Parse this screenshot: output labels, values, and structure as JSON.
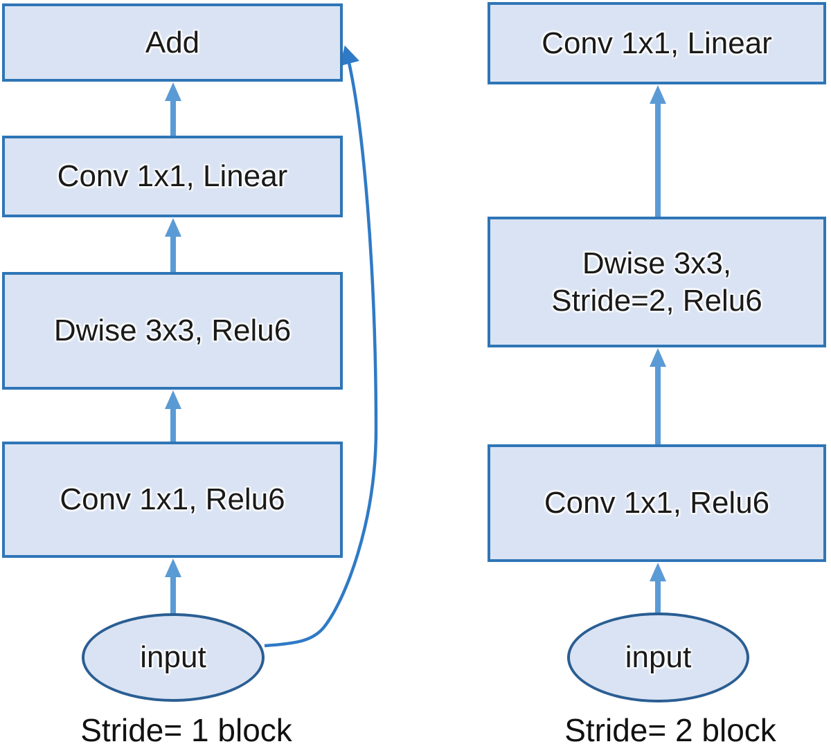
{
  "diagram": {
    "title_hint": "Inverted residual blocks",
    "left_block": {
      "caption": "Stride= 1 block",
      "nodes": {
        "add": "Add",
        "conv_linear": "Conv 1x1, Linear",
        "dwise": "Dwise 3x3, Relu6",
        "conv_relu": "Conv 1x1, Relu6",
        "input": "input"
      }
    },
    "right_block": {
      "caption": "Stride= 2 block",
      "nodes": {
        "conv_linear": "Conv 1x1, Linear",
        "dwise_line1": "Dwise 3x3,",
        "dwise_line2": "Stride=2, Relu6",
        "conv_relu": "Conv 1x1, Relu6",
        "input": "input"
      }
    },
    "colors": {
      "box_fill": "#dae3f3",
      "box_border": "#2e75b6",
      "ellipse_border": "#2a5e93",
      "arrow": "#5b9bd5",
      "skip_connection": "#2f7ac6",
      "text": "#1a1a1a"
    }
  }
}
